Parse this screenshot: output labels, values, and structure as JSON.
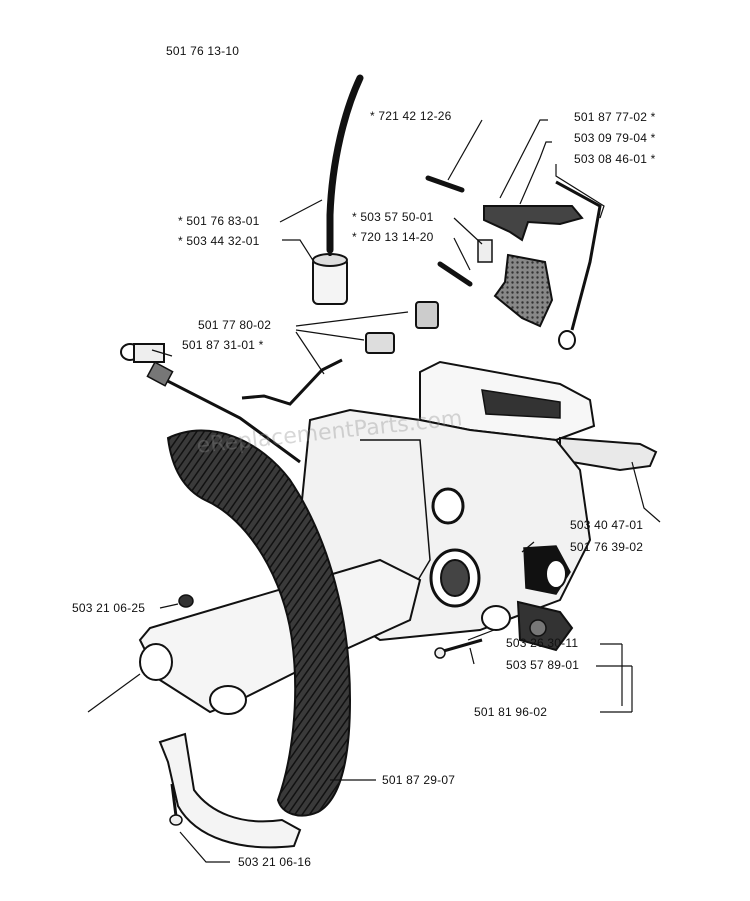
{
  "diagram": {
    "header": "501 76 13-10",
    "watermark": "eReplacementParts.com",
    "parts": [
      {
        "id": "p01",
        "number": "* 721 42 12-26"
      },
      {
        "id": "p02",
        "number": "501 87 77-02 *"
      },
      {
        "id": "p03",
        "number": "503 09 79-04 *"
      },
      {
        "id": "p04",
        "number": "503 08 46-01 *"
      },
      {
        "id": "p05",
        "number": "* 501 76 83-01"
      },
      {
        "id": "p06",
        "number": "* 503 44 32-01"
      },
      {
        "id": "p07",
        "number": "* 503 57 50-01"
      },
      {
        "id": "p08",
        "number": "* 720 13 14-20"
      },
      {
        "id": "p09",
        "number": "501 77 80-02"
      },
      {
        "id": "p10",
        "number": "501 87 31-01 *"
      },
      {
        "id": "p11",
        "number": "503 40 47-01"
      },
      {
        "id": "p12",
        "number": "501 76 39-02"
      },
      {
        "id": "p13",
        "number": "503 21 06-25"
      },
      {
        "id": "p14",
        "number": "503 26 30-11"
      },
      {
        "id": "p15",
        "number": "503 57 89-01"
      },
      {
        "id": "p16",
        "number": "501 81 96-02"
      },
      {
        "id": "p17",
        "number": "501 87 29-07"
      },
      {
        "id": "p18",
        "number": "503 21 06-16"
      }
    ]
  }
}
